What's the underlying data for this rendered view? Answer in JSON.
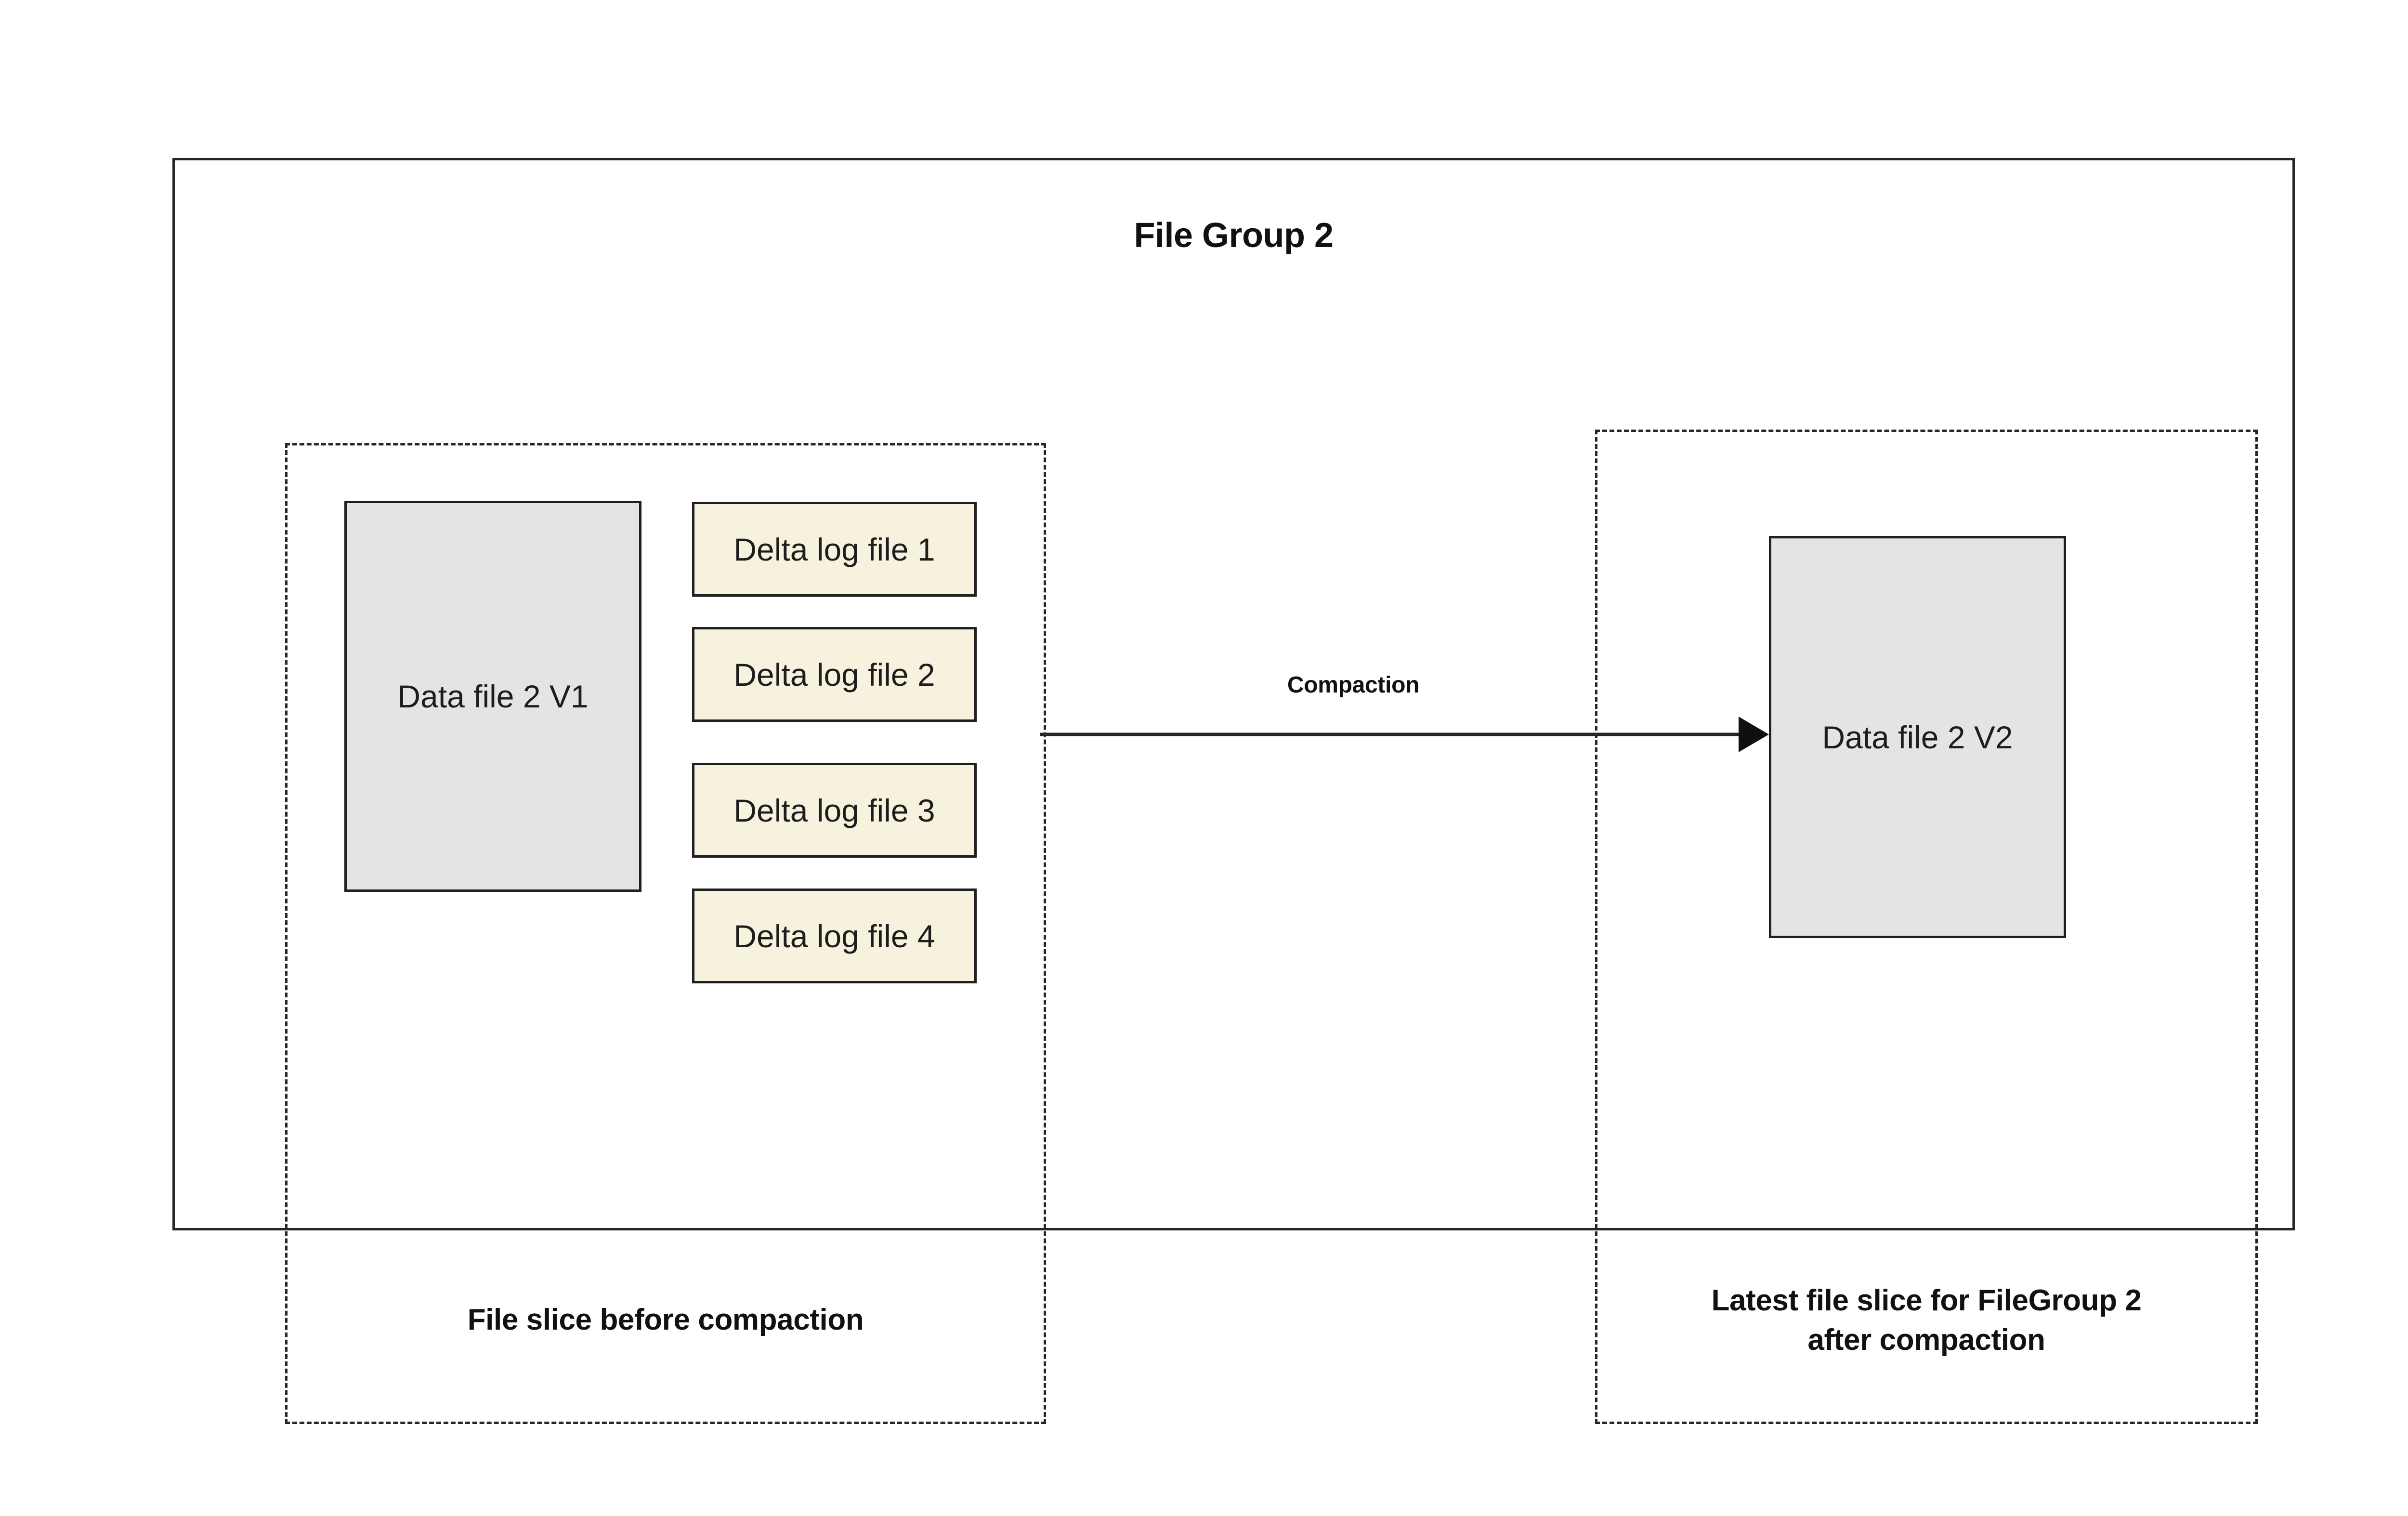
{
  "diagram": {
    "title": "File Group 2",
    "colors": {
      "data_file_fill": "#e4e4e4",
      "delta_log_fill": "#f7f2dd",
      "stroke": "#1f1f1f",
      "background": "#ffffff"
    },
    "file_group_box": {
      "label": "File Group 2"
    },
    "slice_before": {
      "caption": "File slice before compaction",
      "data_file": {
        "label": "Data file 2 V1"
      },
      "delta_logs": [
        {
          "label": "Delta log file 1"
        },
        {
          "label": "Delta log file 2"
        },
        {
          "label": "Delta log file 3"
        },
        {
          "label": "Delta log file 4"
        }
      ]
    },
    "transition": {
      "label": "Compaction"
    },
    "slice_after": {
      "caption_line_1": "Latest file slice for FileGroup 2",
      "caption_line_2": "after compaction",
      "data_file": {
        "label": "Data file 2 V2"
      }
    }
  }
}
